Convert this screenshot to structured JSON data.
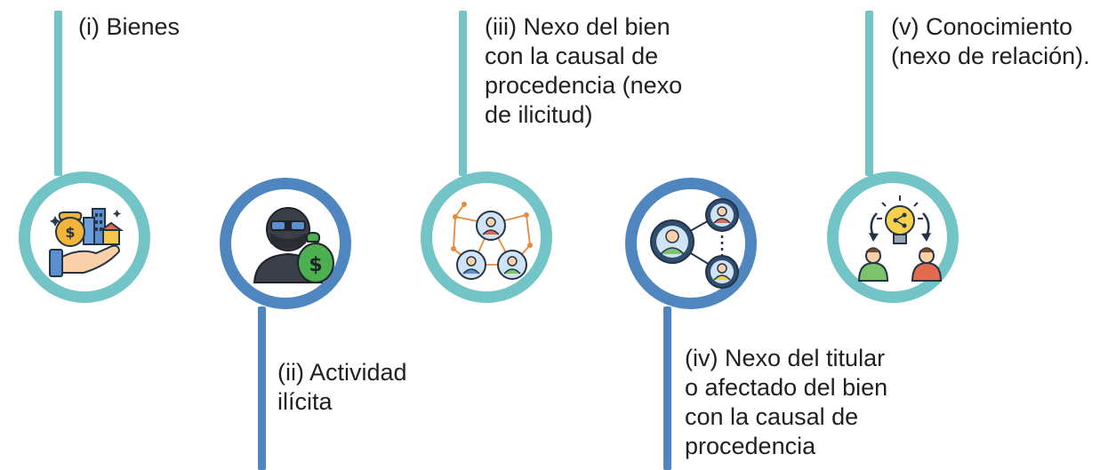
{
  "colors": {
    "teal": "#72c4c6",
    "blue": "#4f86c0"
  },
  "steps": [
    {
      "id": "i",
      "color_key": "teal",
      "icon": "hand-with-money-and-buildings-icon",
      "lines": [
        "(i) Bienes"
      ]
    },
    {
      "id": "ii",
      "color_key": "blue",
      "icon": "masked-thief-with-money-bag-icon",
      "lines": [
        "(ii) Actividad",
        "ilícita"
      ]
    },
    {
      "id": "iii",
      "color_key": "teal",
      "icon": "connected-network-people-icon",
      "lines": [
        "(iii) Nexo del bien",
        "con la causal de",
        "procedencia (nexo",
        "de ilicitud)"
      ]
    },
    {
      "id": "iv",
      "color_key": "blue",
      "icon": "linked-people-network-icon",
      "lines": [
        "(iv) Nexo del titular",
        "o afectado del bien",
        "con la causal de",
        "procedencia"
      ]
    },
    {
      "id": "v",
      "color_key": "teal",
      "icon": "lightbulb-idea-sharing-icon",
      "lines": [
        "(v) Conocimiento",
        "(nexo de relación)."
      ]
    }
  ]
}
